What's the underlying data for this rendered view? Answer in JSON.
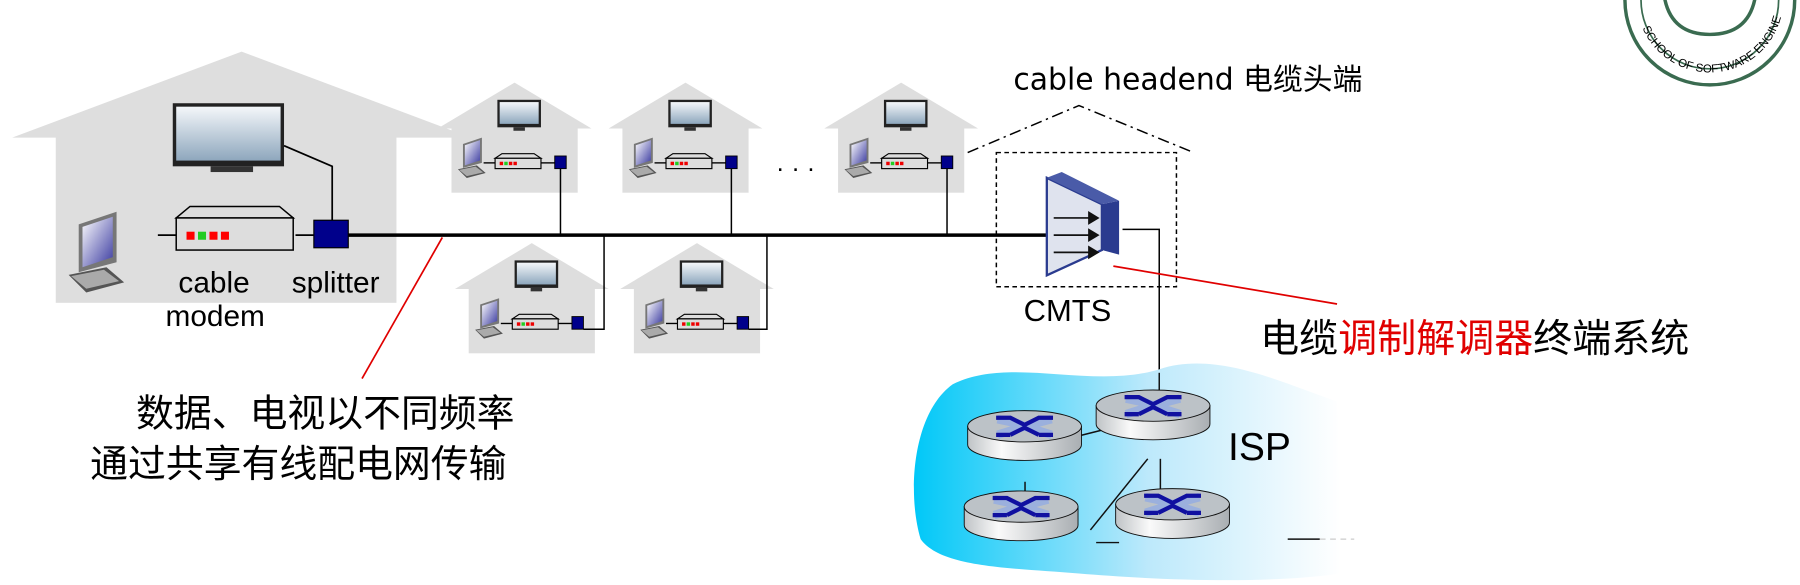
{
  "labels": {
    "cable_modem_line1": "cable",
    "cable_modem_line2": "modem",
    "splitter": "splitter",
    "headend": "cable headend 电缆头端",
    "cmts": "CMTS",
    "cmts_desc_pre": "电缆",
    "cmts_desc_red": "调制解调器",
    "cmts_desc_post": "终端系统",
    "shared_line1": "数据、电视以不同频率",
    "shared_line2": "通过共享有线配电网传输",
    "isp": "ISP",
    "ellipsis": "· · ·"
  },
  "logo": {
    "text": "SCHOOL OF SOFTWARE ENGINEERING"
  },
  "colors": {
    "house": "#dedede",
    "splitter": "#00008b",
    "accent_red": "#e00000",
    "logo_green": "#3a6b50",
    "isp_cyan": "#00c8f8"
  }
}
